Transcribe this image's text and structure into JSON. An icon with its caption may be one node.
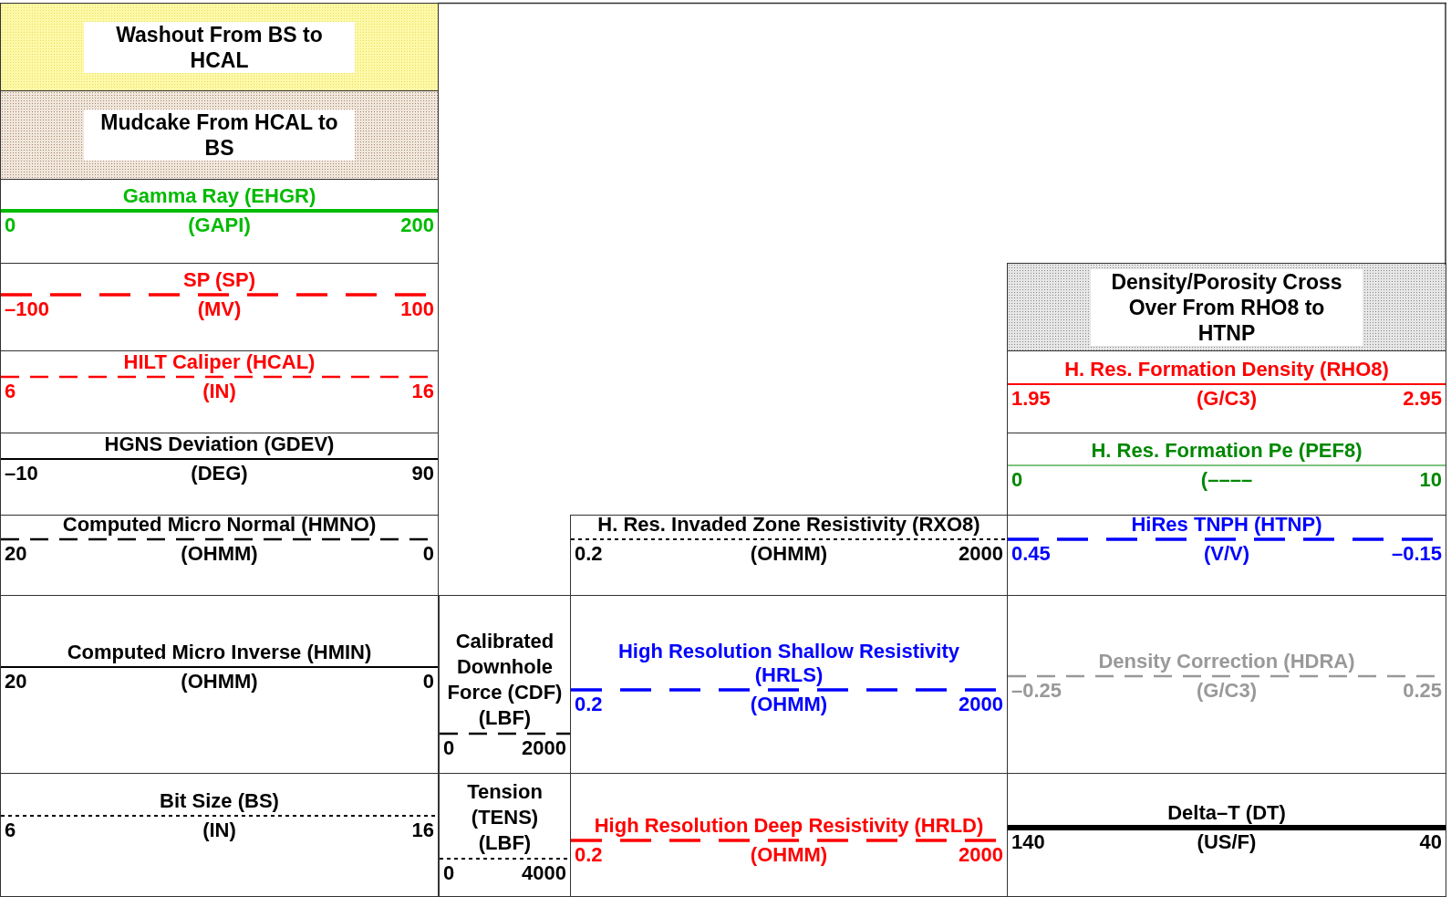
{
  "diagram": {
    "nodes": [
      {
        "text": [
          "Washout From BS to HCAL"
        ]
      },
      {
        "text": [
          "Mudcake From HCAL to BS"
        ]
      },
      {
        "text": [
          "Gamma Ray (EHGR)",
          "0",
          "(GAPI)",
          "200"
        ]
      },
      {
        "text": [
          "SP (SP)",
          "–100",
          "(MV)",
          "100"
        ]
      },
      {
        "text": [
          "HILT Caliper (HCAL)",
          "6",
          "(IN)",
          "16"
        ]
      },
      {
        "text": [
          "HGNS Deviation (GDEV)",
          "–10",
          "(DEG)",
          "90"
        ]
      },
      {
        "text": [
          "Computed Micro Normal (HMNO)",
          "20",
          "(OHMM)",
          "0"
        ]
      },
      {
        "text": [
          "Computed Micro Inverse (HMIN)",
          "20",
          "(OHMM)",
          "0"
        ]
      },
      {
        "text": [
          "Bit Size (BS)",
          "6",
          "(IN)",
          "16"
        ]
      },
      {
        "text": [
          "Calibrated Downhole Force (CDF) (LBF)",
          "0",
          "2000"
        ]
      },
      {
        "text": [
          "Tension (TENS) (LBF)",
          "0",
          "4000"
        ]
      },
      {
        "text": [
          "H. Res. Invaded Zone Resistivity (RXO8)",
          "0.2",
          "(OHMM)",
          "2000"
        ]
      },
      {
        "text": [
          "High Resolution Shallow Resistivity (HRLS)",
          "0.2",
          "(OHMM)",
          "2000"
        ]
      },
      {
        "text": [
          "High Resolution Deep Resistivity (HRLD)",
          "0.2",
          "(OHMM)",
          "2000"
        ]
      },
      {
        "text": [
          "Density/Porosity Cross Over From RHO8 to HTNP"
        ]
      },
      {
        "text": [
          "H. Res. Formation Density (RHO8)",
          "1.95",
          "(G/C3)",
          "2.95"
        ]
      },
      {
        "text": [
          "H. Res. Formation Pe (PEF8)",
          "0",
          "(––––",
          "10"
        ]
      },
      {
        "text": [
          "HiRes TNPH (HTNP)",
          "0.45",
          "(V/V)",
          "–0.15"
        ]
      },
      {
        "text": [
          "Density Correction (HDRA)",
          "–0.25",
          "(G/C3)",
          "0.25"
        ]
      },
      {
        "text": [
          "Delta–T (DT)",
          "140",
          "(US/F)",
          "40"
        ]
      }
    ]
  }
}
